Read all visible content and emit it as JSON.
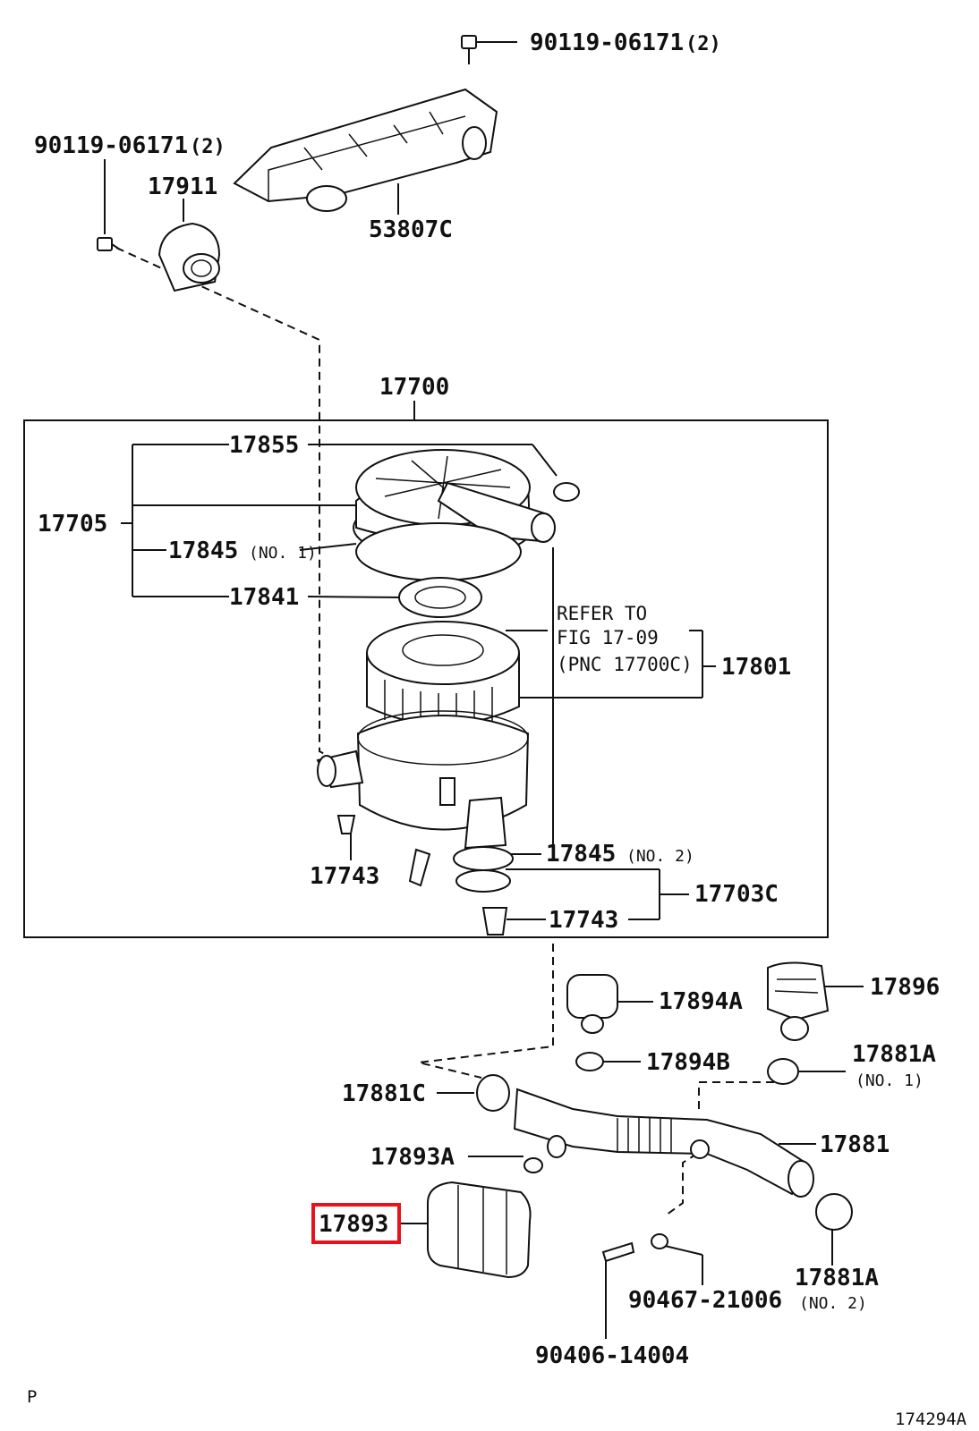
{
  "parts": {
    "bolt_top": {
      "number": "90119-06171",
      "qty": "(2)"
    },
    "bolt_left": {
      "number": "90119-06171",
      "qty": "(2)"
    },
    "bracket_left": "17911",
    "duct_top": "53807C",
    "assembly_box": "17700",
    "cap_sub": "17855",
    "cover_sub": "17705",
    "gasket_no1": {
      "number": "17845",
      "note": "(NO. 1)"
    },
    "seal_ring": "17841",
    "element": "17801",
    "refer": {
      "line1": "REFER TO",
      "line2": "FIG 17-09",
      "line3": "(PNC 17700C)"
    },
    "gasket_no2": {
      "number": "17845",
      "note": "(NO. 2)"
    },
    "valve_sub": "17703C",
    "valve_left": "17743",
    "valve_right": "17743",
    "resonator_a": "17894A",
    "resonator_right": "17896",
    "clamp_894b": "17894B",
    "clamp_881a_no1": {
      "number": "17881A",
      "note": "(NO. 1)"
    },
    "clamp_881c": "17881C",
    "hose_main": "17881",
    "clamp_893a": "17893A",
    "resonator_893": "17893",
    "clamp_881a_no2": {
      "number": "17881A",
      "note": "(NO. 2)"
    },
    "clip_90467": "90467-21006",
    "pin_90406": "90406-14004"
  },
  "highlighted_part": "17893",
  "highlight_color": "#e8121b",
  "corner_letter": "P",
  "figure_id": "174294A"
}
